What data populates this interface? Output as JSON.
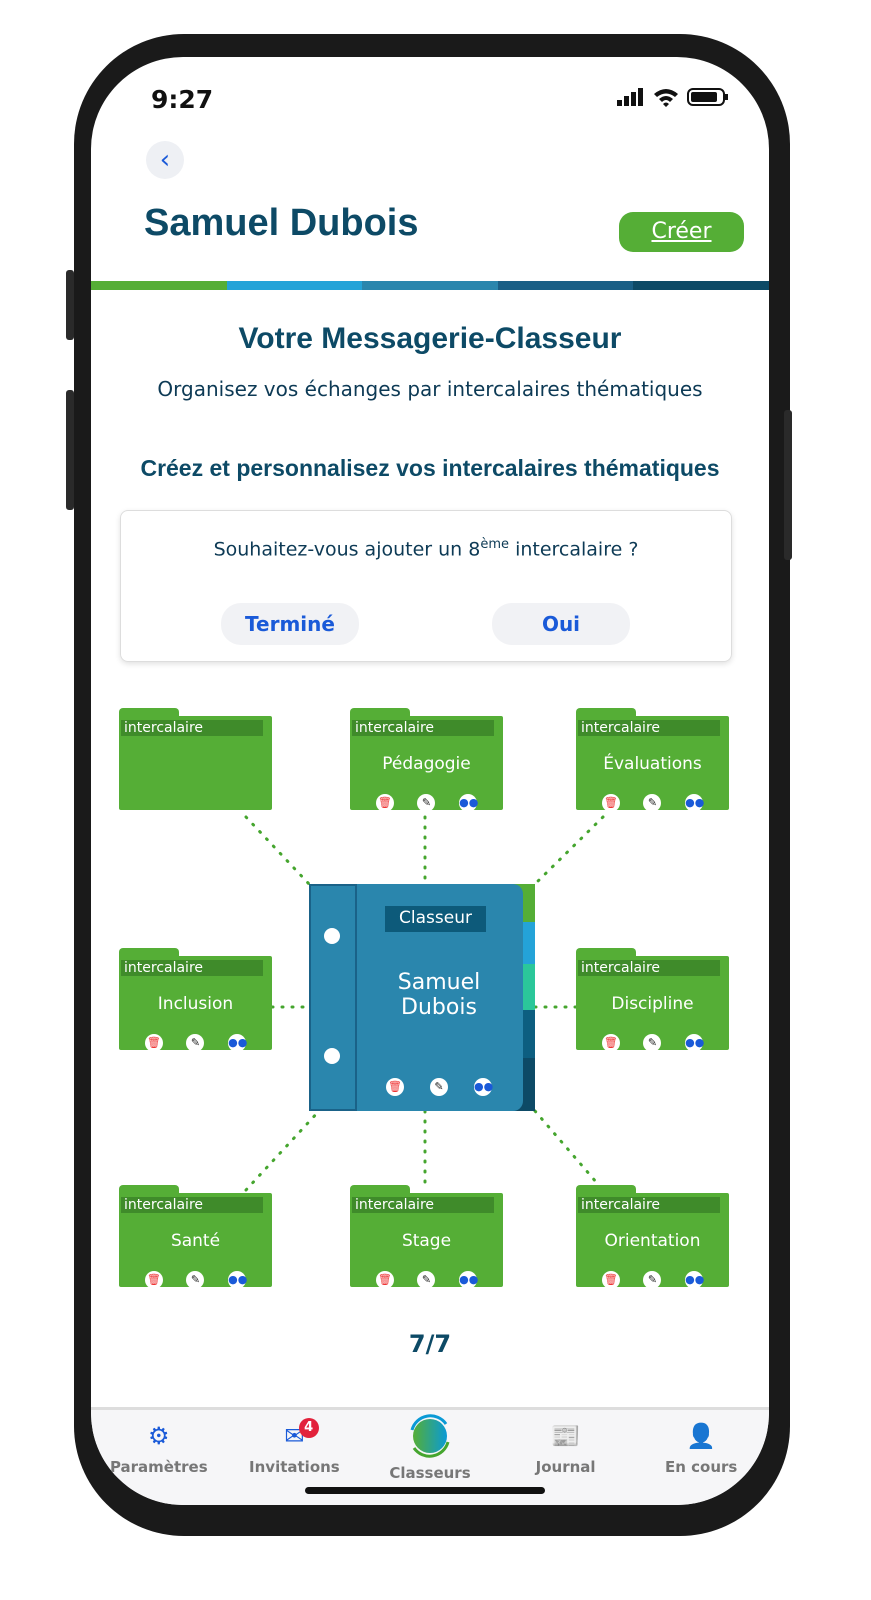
{
  "status_bar": {
    "time": "9:27"
  },
  "header": {
    "title": "Samuel Dubois",
    "create_label": "Créer"
  },
  "progress_colors": [
    "#55ae36",
    "#24a3d8",
    "#2a86ad",
    "#1a5f86",
    "#0d4a66"
  ],
  "main": {
    "title": "Votre Messagerie-Classeur",
    "subtitle": "Organisez vos échanges par intercalaires thématiques",
    "section_title": "Créez et personnalisez vos intercalaires thématiques"
  },
  "prompt": {
    "text_before": "Souhaitez-vous ajouter un 8",
    "superscript": "ème",
    "text_after": " intercalaire ?",
    "done_label": "Terminé",
    "yes_label": "Oui"
  },
  "folder_label": "intercalaire",
  "folders": [
    {
      "title": "",
      "icons": false
    },
    {
      "title": "Pédagogie",
      "icons": true
    },
    {
      "title": "Évaluations",
      "icons": true
    },
    {
      "title": "Inclusion",
      "icons": true
    },
    {
      "title": "Discipline",
      "icons": true
    },
    {
      "title": "Santé",
      "icons": true
    },
    {
      "title": "Stage",
      "icons": true
    },
    {
      "title": "Orientation",
      "icons": true
    }
  ],
  "binder": {
    "label": "Classeur",
    "name_line1": "Samuel",
    "name_line2": "Dubois"
  },
  "pager": "7/7",
  "nav": [
    {
      "label": "Paramètres",
      "icon": "gear-icon"
    },
    {
      "label": "Invitations",
      "icon": "invitation-icon",
      "badge": "4"
    },
    {
      "label": "Classeurs",
      "icon": "classeurs-logo-icon"
    },
    {
      "label": "Journal",
      "icon": "newspaper-icon"
    },
    {
      "label": "En cours",
      "icon": "conversation-icon"
    }
  ]
}
